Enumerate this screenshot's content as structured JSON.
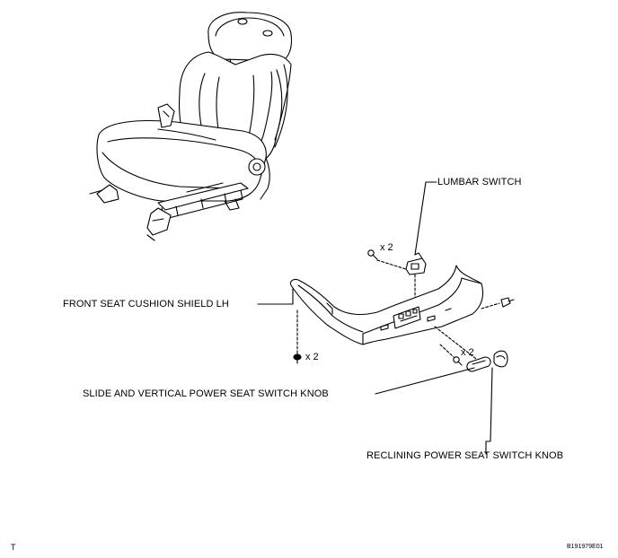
{
  "labels": {
    "lumbar_switch": "LUMBAR SWITCH",
    "front_seat_cushion_shield": "FRONT SEAT CUSHION SHIELD LH",
    "slide_vertical_knob": "SLIDE AND VERTICAL POWER SEAT SWITCH KNOB",
    "reclining_knob": "RECLINING POWER SEAT SWITCH KNOB"
  },
  "quantities": {
    "screws_top": "x 2",
    "clip_left": "x 2",
    "screws_bottom": "x 2"
  },
  "corner_marks": {
    "left": "T",
    "right": "B191979E01"
  }
}
